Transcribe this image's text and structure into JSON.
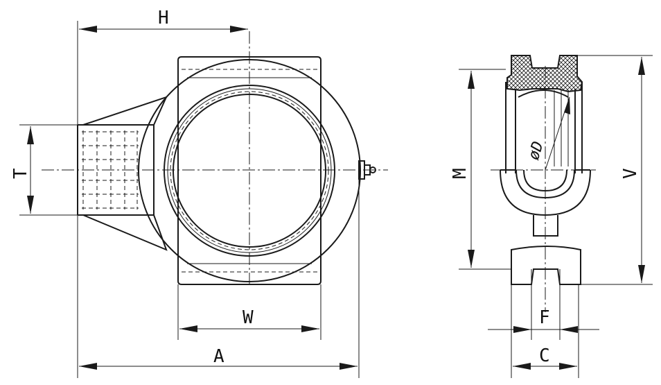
{
  "labels": {
    "H": "H",
    "T": "T",
    "W": "W",
    "A": "A",
    "M": "M",
    "V": "V",
    "F": "F",
    "C": "C",
    "D": "øD"
  }
}
